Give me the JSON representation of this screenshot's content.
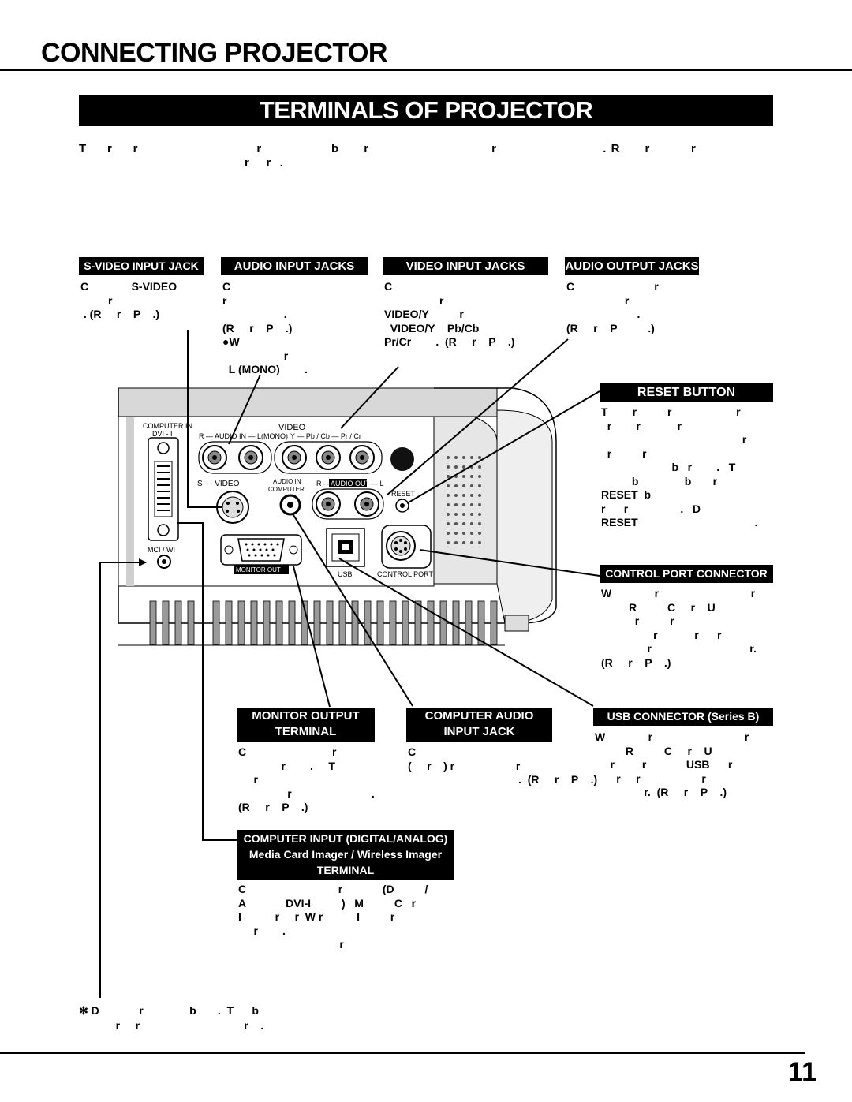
{
  "page": {
    "title": "CONNECTING PROJECTOR",
    "section_title": "TERMINALS OF PROJECTOR",
    "intro_line1": "T     r     r                             r                 b      r                              r                          . R      r          r",
    "intro_line2": "r    r  .",
    "page_number": "11"
  },
  "labels": {
    "svideo_input": "S-VIDEO INPUT JACK",
    "audio_input": "AUDIO INPUT JACKS",
    "video_input": "VIDEO INPUT JACKS",
    "audio_output": "AUDIO OUTPUT JACKS",
    "reset_button": "RESET BUTTON",
    "control_port": "CONTROL PORT CONNECTOR",
    "monitor_output_1": "MONITOR OUTPUT",
    "monitor_output_2": "TERMINAL",
    "computer_audio_1": "COMPUTER AUDIO",
    "computer_audio_2": "INPUT JACK",
    "usb_connector": "USB CONNECTOR (Series B)",
    "computer_input_1": "COMPUTER INPUT (DIGITAL/ANALOG)",
    "computer_input_2": "Media Card Imager / Wireless Imager",
    "computer_input_3": "TERMINAL"
  },
  "descriptions": {
    "svideo": [
      "C              S-VIDEO",
      "         r",
      "",
      " . (R     r    P    .)"
    ],
    "audio_in": [
      "C",
      "r",
      "                    .",
      "(R     r    P    .)",
      "●W",
      "                    r",
      "  L (MONO)        ."
    ],
    "video_in": [
      "C",
      "                  r",
      "VIDEO/Y          r",
      "",
      "  VIDEO/Y    Pb/Cb",
      "Pr/Cr        .  (R     r    P    .)"
    ],
    "audio_out": [
      "C                          r",
      "                   r",
      "                       .",
      "(R     r    P          .)"
    ],
    "reset": [
      "T        r          r                     r",
      "  r        r            r",
      "                                              r",
      "  r          r",
      "                       b   r        .   T",
      "          b               b       r",
      "RESET  b",
      "",
      "r      r                 .   D",
      "RESET                                      ."
    ],
    "control_port": [
      "W              r                              r",
      "         R          C     r    U",
      "           r          r",
      "                 r            r      r",
      "               r                                r.",
      "(R     r    P    .)"
    ],
    "monitor_out": [
      "C                            r",
      "              r        .     T",
      "     r",
      "                r                          .",
      "(R     r    P    .)"
    ],
    "computer_audio": [
      "C",
      "(     r    ) r                    r",
      "                                    .  (R     r    P    .)"
    ],
    "usb": [
      "W              r                              r",
      "          R          C     r    U",
      "     r         r             USB      r",
      "       r     r                    r",
      "                r.  (R     r    P    .)"
    ],
    "computer_input": [
      "C                              r             (D          /",
      "A             DVI-I          )   M          C   r",
      "I           r     r  W r           I          r",
      "     r        .",
      "                                 r"
    ]
  },
  "footnote": {
    "line1": "✻ D             r               b       .  T      b",
    "line2": "            r     r                                  r    ."
  },
  "panel": {
    "computer_in": "COMPUTER IN",
    "dvi": "DVI - I",
    "audio_in_header": "R — AUDIO  IN — L(MONO)",
    "video_header": "VIDEO",
    "video_sub": "Y   —   Pb / Cb  —   Pr / Cr",
    "svideo": "S — VIDEO",
    "audio_in_computer": "AUDIO IN\nCOMPUTER",
    "audio_out": "AUDIO OUT",
    "reset": "RESET",
    "mci": "MCI / WI",
    "monitor_out": "MONITOR  OUT",
    "usb": "USB",
    "control_port": "CONTROL PORT"
  }
}
